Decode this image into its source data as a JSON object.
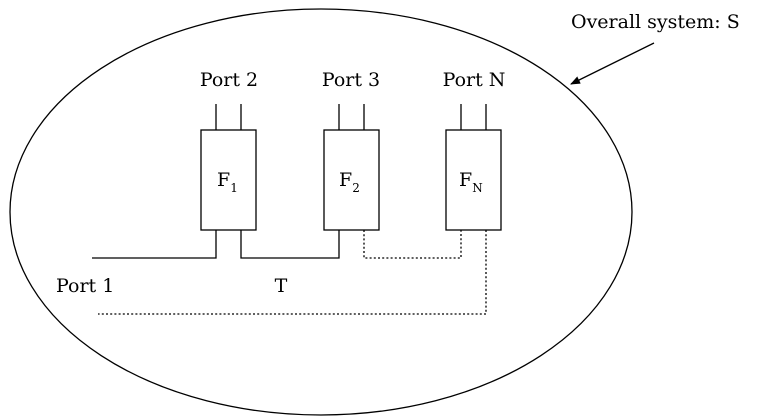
{
  "system_label": "Overall system: S",
  "ports": {
    "port1": "Port 1",
    "port2": "Port 2",
    "port3": "Port 3",
    "portN": "Port N"
  },
  "transmission_label": "T",
  "filters": [
    {
      "letter": "F",
      "subscript": "1"
    },
    {
      "letter": "F",
      "subscript": "2"
    },
    {
      "letter": "F",
      "subscript": "N"
    }
  ]
}
